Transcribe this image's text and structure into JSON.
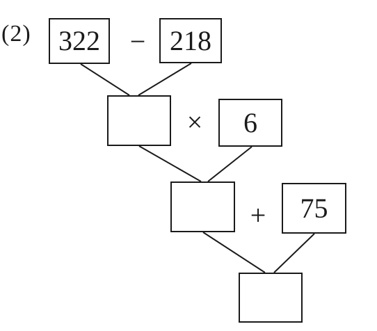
{
  "problem": {
    "label": "(2)"
  },
  "expression": {
    "operand_a": "322",
    "operator_1": "−",
    "operand_b": "218",
    "operator_2": "×",
    "operand_c": "6",
    "operator_3": "+",
    "operand_d": "75",
    "result_1": "",
    "result_2": "",
    "result_3": ""
  }
}
